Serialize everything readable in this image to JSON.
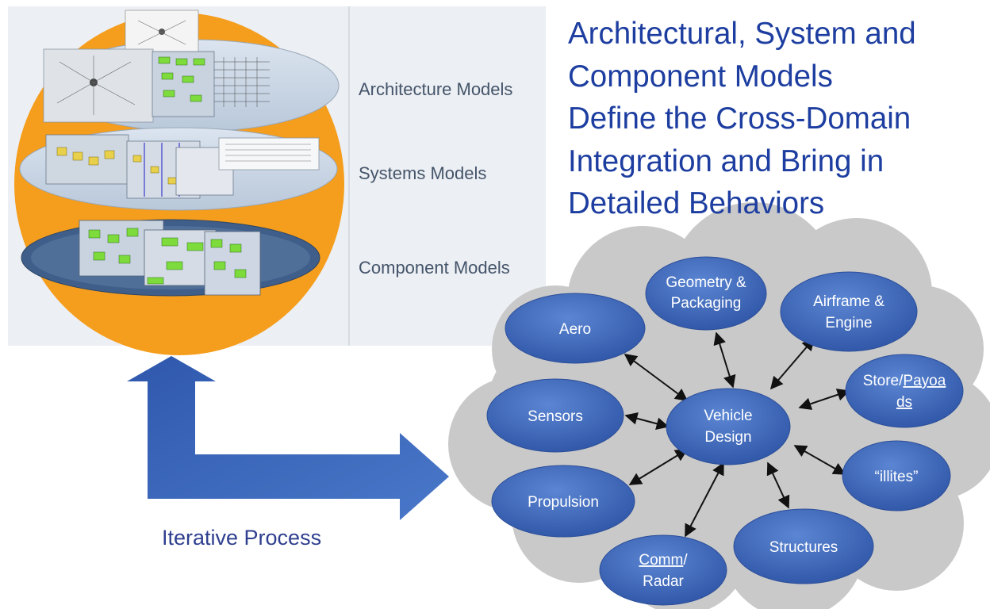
{
  "headline": {
    "lines": [
      "Architectural, System and",
      "Component Models",
      "Define the Cross-Domain",
      "Integration and Bring in",
      "Detailed Behaviors"
    ]
  },
  "model_levels": {
    "architecture": "Architecture Models",
    "systems": "Systems Models",
    "component": "Component Models"
  },
  "process_label": "Iterative Process",
  "hub": {
    "line1": "Vehicle",
    "line2": "Design"
  },
  "nodes": {
    "aero": {
      "line1": "Aero"
    },
    "geometry": {
      "line1": "Geometry &",
      "line2": "Packaging"
    },
    "airframe": {
      "line1": "Airframe &",
      "line2": "Engine"
    },
    "store": {
      "line1": "Store/Payoa",
      "line2": "ds"
    },
    "illites": {
      "line1": "“illites”"
    },
    "structures": {
      "line1": "Structures"
    },
    "comm": {
      "line1": "Comm/",
      "line2": "Radar"
    },
    "propulsion": {
      "line1": "Propulsion"
    },
    "sensors": {
      "line1": "Sensors"
    }
  },
  "colors": {
    "headline": "#1d3ea0",
    "orange": "#f59d1c",
    "node_fill": "#3f68bd",
    "cloud": "#c9c9c9",
    "arrow": "#3a64b7"
  }
}
